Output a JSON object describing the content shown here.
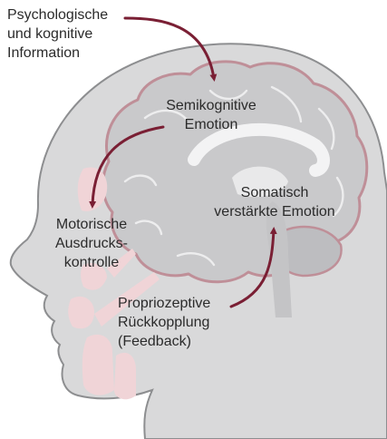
{
  "colors": {
    "head_fill": "#d9d9da",
    "head_outline": "#8d8e90",
    "brain_fill": "#c9c9cb",
    "brain_outline": "#bf8f98",
    "brain_detail": "#e9e9ea",
    "muscle_fill": "#f0d4d7",
    "arrow": "#7a1f34",
    "text": "#2b2b2b"
  },
  "labels": {
    "info": [
      "Psychologische",
      "und kognitive",
      "Information"
    ],
    "semi": [
      "Semikognitive",
      "Emotion"
    ],
    "somatic": [
      "Somatisch",
      "verstärkte Emotion"
    ],
    "motor": [
      "Motorische",
      "Ausdrucks-",
      "kontrolle"
    ],
    "feedback": [
      "Propriozeptive",
      "Rückkopplung",
      "(Feedback)"
    ]
  }
}
